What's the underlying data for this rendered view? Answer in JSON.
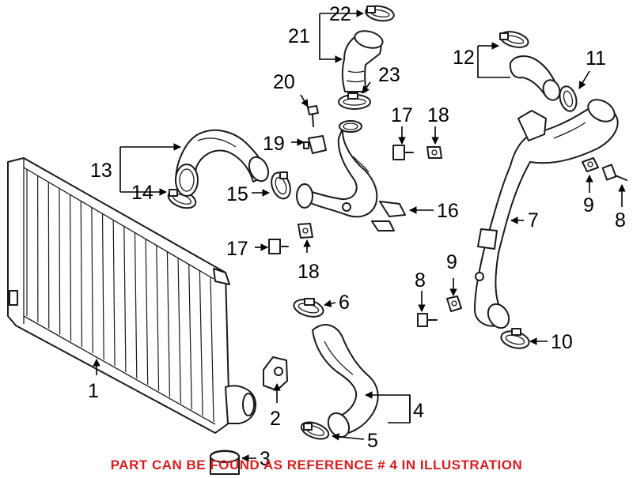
{
  "footer_note": "PART CAN BE FOUND AS REFERENCE # 4 IN ILLUSTRATION",
  "colors": {
    "line": "#1a1a1a",
    "note": "#d81e1e",
    "background": "#ffffff"
  },
  "callouts": {
    "c1": "1",
    "c2": "2",
    "c3": "3",
    "c4": "4",
    "c5": "5",
    "c6": "6",
    "c7": "7",
    "c8a": "8",
    "c8b": "8",
    "c9a": "9",
    "c9b": "9",
    "c10": "10",
    "c11": "11",
    "c12": "12",
    "c13": "13",
    "c14": "14",
    "c15": "15",
    "c16": "16",
    "c17a": "17",
    "c17b": "17",
    "c18a": "18",
    "c18b": "18",
    "c19": "19",
    "c20": "20",
    "c21": "21",
    "c22": "22",
    "c23": "23"
  }
}
